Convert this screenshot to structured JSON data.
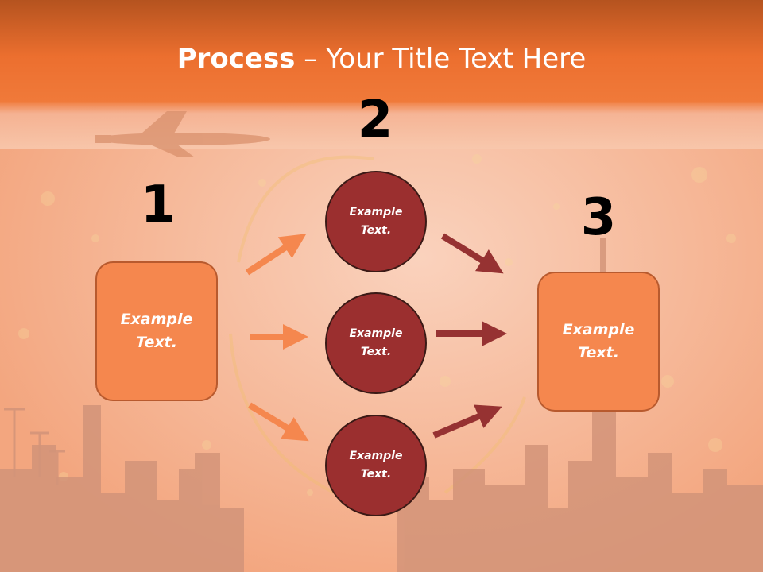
{
  "slide": {
    "title_bold": "Process",
    "title_rest": " – Your Title Text Here"
  },
  "steps": [
    {
      "number": "1",
      "text": "Example Text."
    },
    {
      "number": "2",
      "items": [
        {
          "text": "Example Text."
        },
        {
          "text": "Example Text."
        },
        {
          "text": "Example Text."
        }
      ]
    },
    {
      "number": "3",
      "text": "Example Text."
    }
  ],
  "colors": {
    "header_orange": "#f07a3a",
    "header_dark": "#b5531f",
    "box_fill": "#f5874e",
    "circle_fill": "#9b2f2f",
    "arrow_left": "#f5874e",
    "arrow_right": "#963232",
    "background": "#f6bfa2"
  }
}
